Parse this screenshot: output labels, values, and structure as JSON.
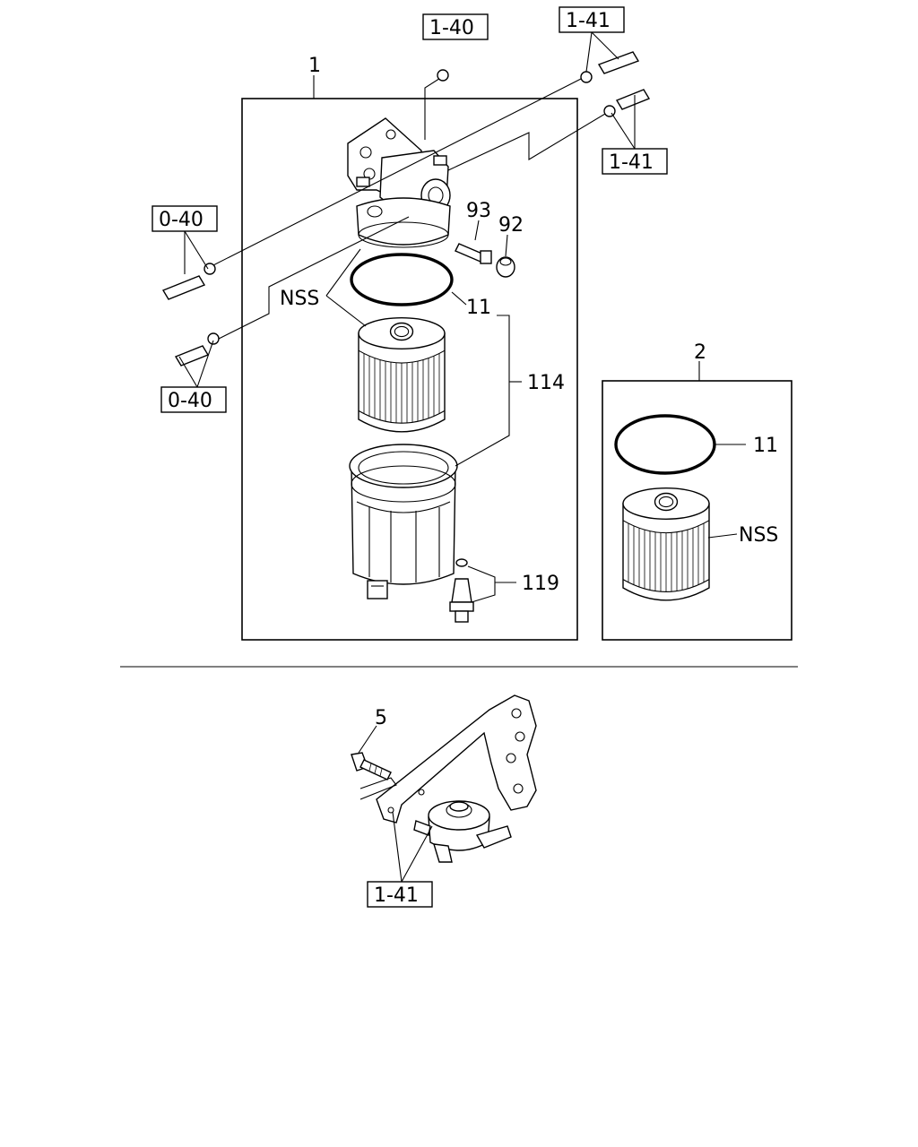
{
  "callouts": {
    "assembly_1": "1",
    "assembly_2": "2",
    "part_93": "93",
    "part_92": "92",
    "part_11_main": "11",
    "part_11_kit": "11",
    "part_114": "114",
    "part_119": "119",
    "part_5": "5",
    "nss_main": "NSS",
    "nss_kit": "NSS"
  },
  "refs": {
    "ref_1_40": "1-40",
    "ref_1_41_top": "1-41",
    "ref_1_41_right": "1-41",
    "ref_0_40_left_top": "0-40",
    "ref_0_40_left_bottom": "0-40",
    "ref_1_41_bottom": "1-41"
  }
}
